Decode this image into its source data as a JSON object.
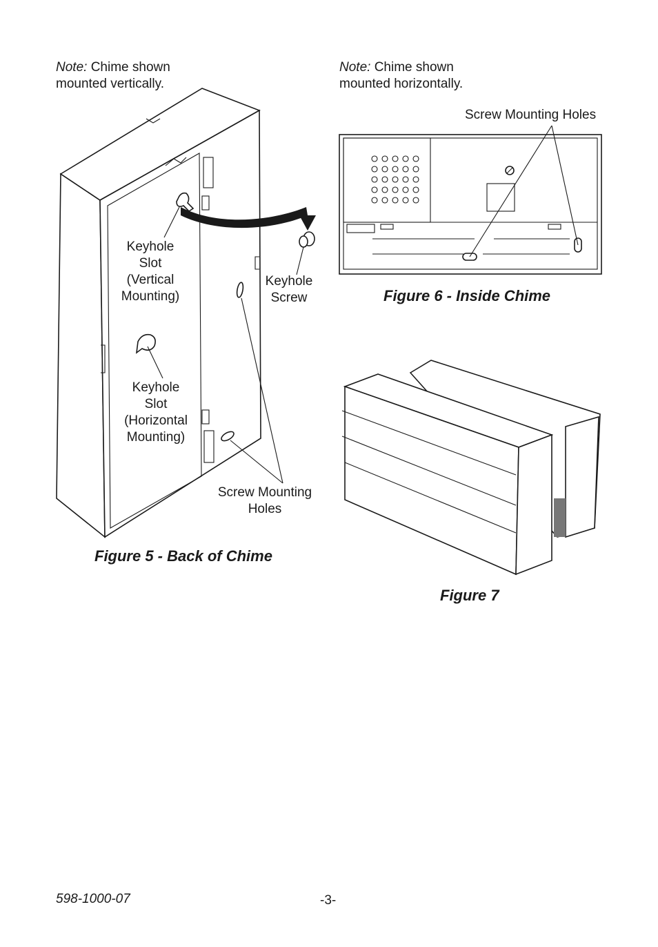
{
  "notes": {
    "vertical": {
      "prefix": "Note:",
      "line1": "Chime shown",
      "line2": "mounted vertically."
    },
    "horizontal": {
      "prefix": "Note:",
      "line1": "Chime shown",
      "line2": "mounted horizontally."
    }
  },
  "figure5": {
    "caption": "Figure 5 - Back of Chime",
    "labels": {
      "keyhole_slot_vertical": [
        "Keyhole",
        "Slot",
        "(Vertical",
        "Mounting)"
      ],
      "keyhole_screw": [
        "Keyhole",
        "Screw"
      ],
      "keyhole_slot_horizontal": [
        "Keyhole",
        "Slot",
        "(Horizontal",
        "Mounting)"
      ],
      "screw_mounting_holes": [
        "Screw Mounting",
        "Holes"
      ]
    }
  },
  "figure6": {
    "caption": "Figure 6 - Inside Chime",
    "labels": {
      "screw_mounting_holes": "Screw Mounting Holes"
    }
  },
  "figure7": {
    "caption": "Figure 7"
  },
  "footer": {
    "doc_number": "598-1000-07",
    "page_number": "-3-"
  }
}
